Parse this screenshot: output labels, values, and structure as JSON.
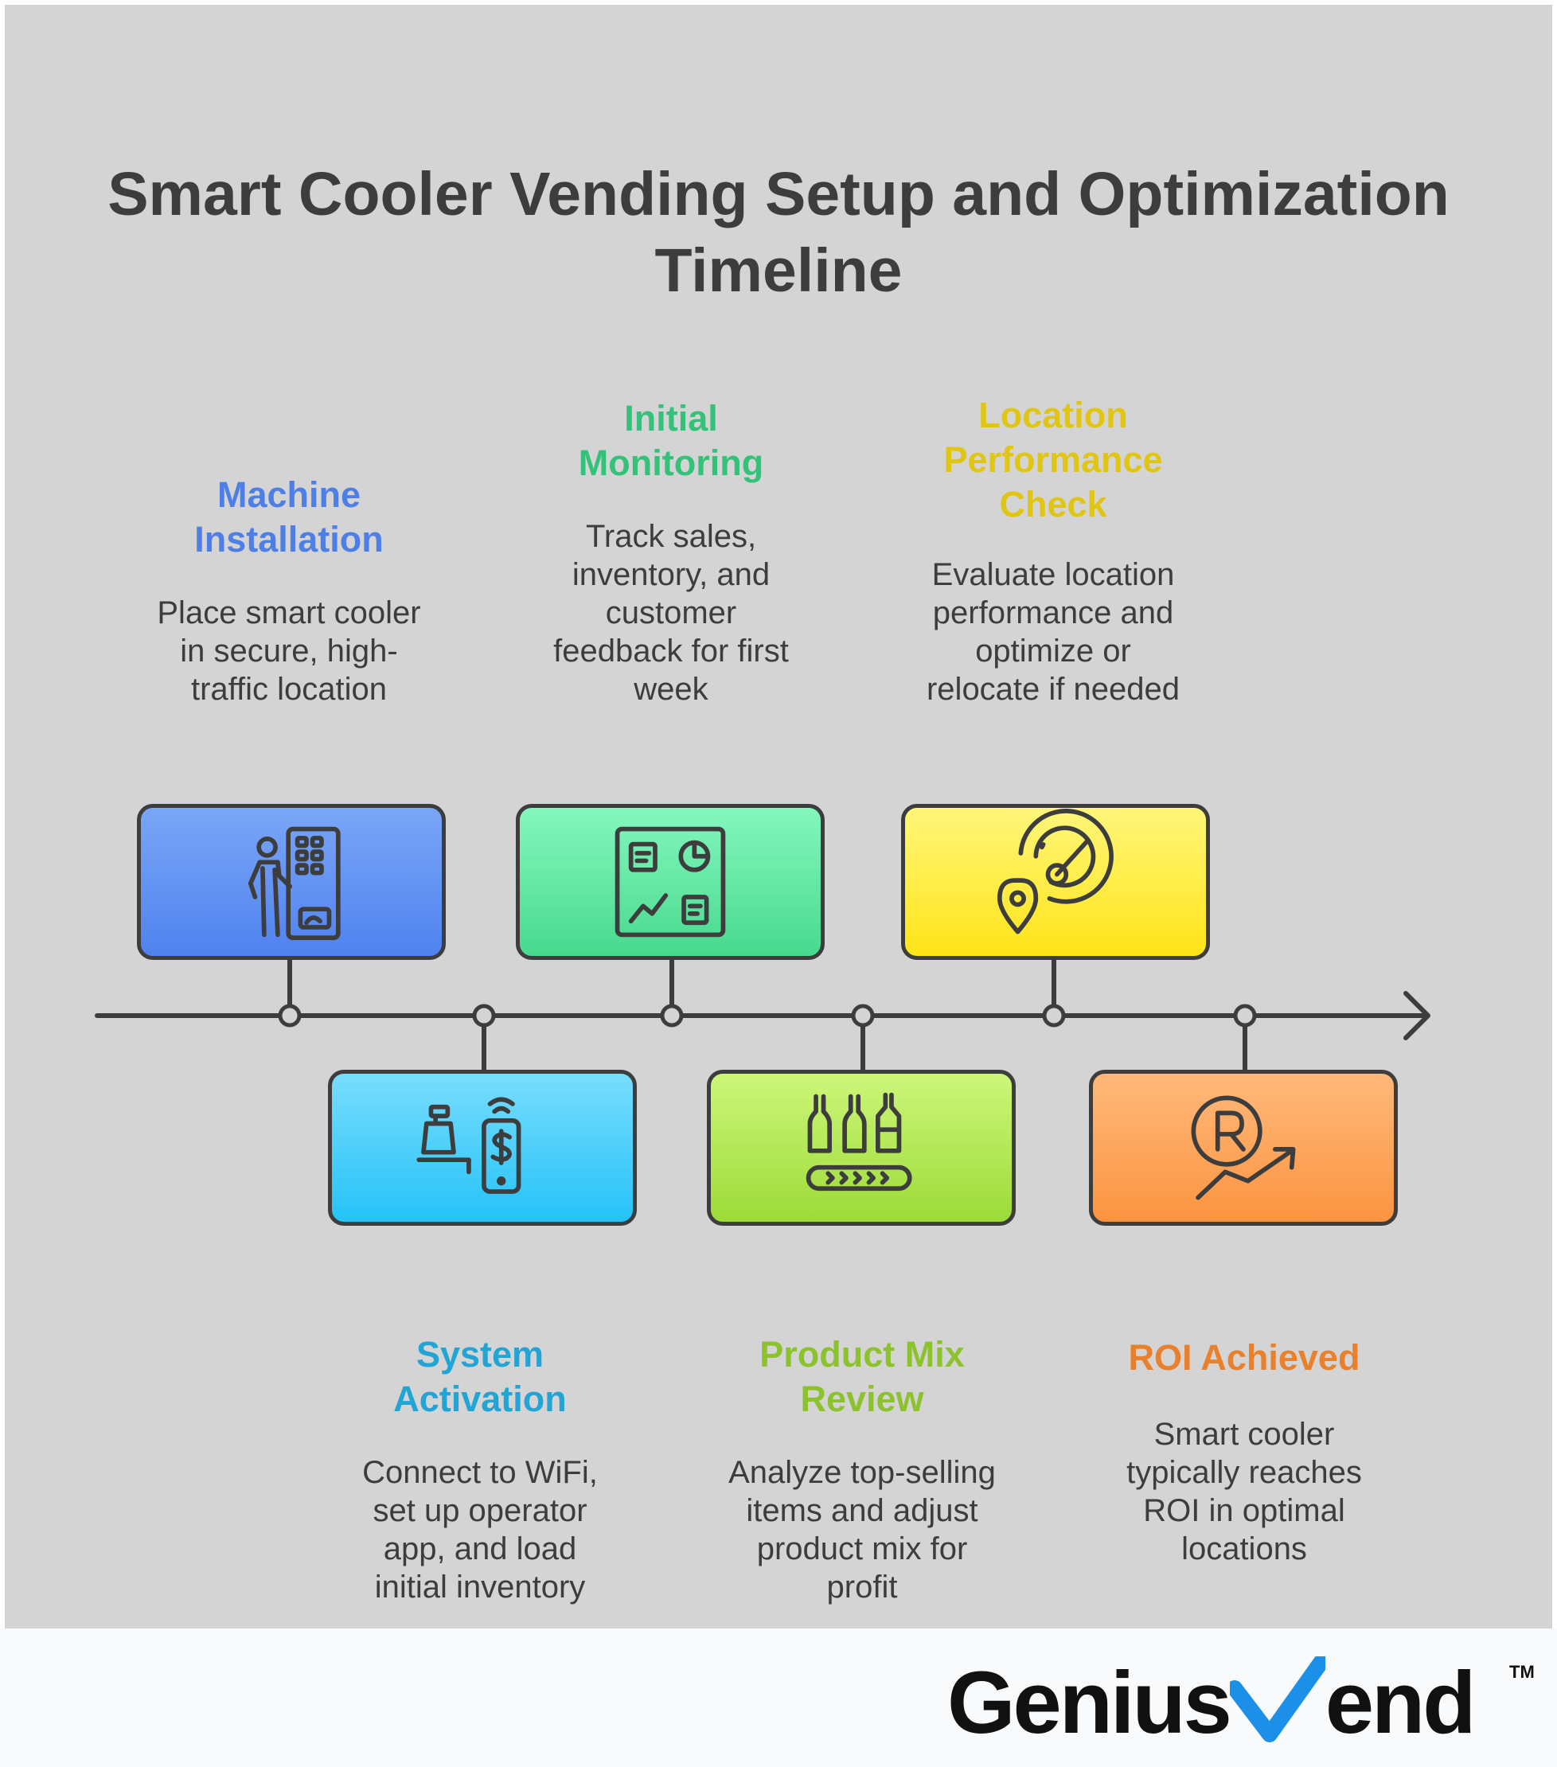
{
  "title": "Smart Cooler Vending Setup and Optimization Timeline",
  "steps": [
    {
      "label": "Machine Installation",
      "label_lines": [
        "Machine",
        "Installation"
      ],
      "description": "Place smart cooler in secure, high-traffic location",
      "desc_lines": [
        "Place smart cooler",
        "in secure, high-",
        "traffic location"
      ],
      "color": "#4d7fe6",
      "card_gradient": [
        "#7aa6f7",
        "#4f82ef"
      ],
      "icon": "person-vending-machine-icon",
      "position": "above"
    },
    {
      "label": "System Activation",
      "label_lines": [
        "System",
        "Activation"
      ],
      "description": "Connect to WiFi, set up operator app, and load initial inventory",
      "desc_lines": [
        "Connect to WiFi,",
        "set up operator",
        "app, and load",
        "initial inventory"
      ],
      "color": "#22a4d4",
      "card_gradient": [
        "#78ddfd",
        "#25c2f8"
      ],
      "icon": "register-phone-payment-icon",
      "position": "below"
    },
    {
      "label": "Initial Monitoring",
      "label_lines": [
        "Initial",
        "Monitoring"
      ],
      "description": "Track sales, inventory, and customer feedback for first week",
      "desc_lines": [
        "Track sales,",
        "inventory, and",
        "customer",
        "feedback for first",
        "week"
      ],
      "color": "#34c27a",
      "card_gradient": [
        "#84f7bd",
        "#48d98e"
      ],
      "icon": "dashboard-chart-icon",
      "position": "above"
    },
    {
      "label": "Product Mix Review",
      "label_lines": [
        "Product Mix",
        "Review"
      ],
      "description": "Analyze top-selling items and adjust product mix for profit",
      "desc_lines": [
        "Analyze top-selling",
        "items and adjust",
        "product mix for",
        "profit"
      ],
      "color": "#8dc22f",
      "card_gradient": [
        "#cdf679",
        "#9cdb38"
      ],
      "icon": "bottles-conveyor-icon",
      "position": "below"
    },
    {
      "label": "Location Performance Check",
      "label_lines": [
        "Location",
        "Performance",
        "Check"
      ],
      "description": "Evaluate location performance and optimize or relocate if needed",
      "desc_lines": [
        "Evaluate location",
        "performance and",
        "optimize or",
        "relocate if needed"
      ],
      "color": "#e0c512",
      "card_gradient": [
        "#fff67a",
        "#ffe418"
      ],
      "icon": "location-radar-icon",
      "position": "above"
    },
    {
      "label": "ROI Achieved",
      "label_lines": [
        "ROI Achieved"
      ],
      "description": "Smart cooler typically reaches ROI in optimal locations",
      "desc_lines": [
        "Smart cooler",
        "typically reaches",
        "ROI in optimal",
        "locations"
      ],
      "color": "#e8802c",
      "card_gradient": [
        "#ffb97a",
        "#fb9441"
      ],
      "icon": "currency-growth-icon",
      "position": "below"
    }
  ],
  "logo": {
    "part1": "Genius",
    "part2": "end",
    "tm": "TM"
  },
  "colors": {
    "background": "#d4d4d4",
    "line": "#3d3d3d",
    "text": "#3d3d3d",
    "logo_accent": "#1c8fe8"
  }
}
